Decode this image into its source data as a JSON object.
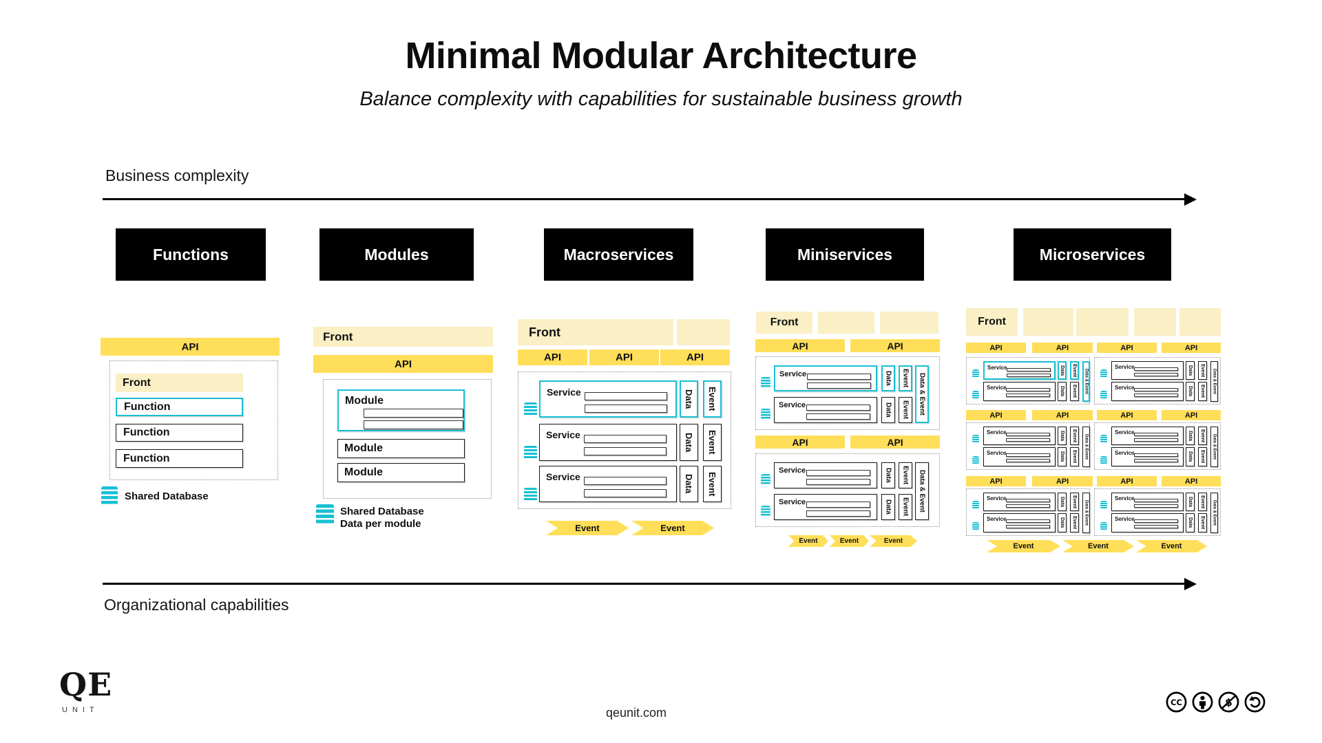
{
  "title": "Minimal Modular Architecture",
  "subtitle": "Balance complexity with capabilities for sustainable business growth",
  "axes": {
    "top": "Business complexity",
    "bottom": "Organizational capabilities"
  },
  "columns": [
    {
      "id": "functions",
      "header": "Functions"
    },
    {
      "id": "modules",
      "header": "Modules"
    },
    {
      "id": "macroservices",
      "header": "Macroservices"
    },
    {
      "id": "miniservices",
      "header": "Miniservices"
    },
    {
      "id": "microservices",
      "header": "Microservices"
    }
  ],
  "labels": {
    "front": "Front",
    "api": "API",
    "function": "Function",
    "module": "Module",
    "service": "Service",
    "data": "Data",
    "event": "Event",
    "data_and_event": "Data & Event",
    "event_flow": "Event",
    "shared_database": "Shared Database",
    "data_per_module": "Data per module"
  },
  "footer": {
    "logo_text": "QE",
    "logo_subtext": "UNIT",
    "site": "qeunit.com",
    "license": [
      "cc",
      "by",
      "nc",
      "sa"
    ]
  },
  "colors": {
    "yellow": "#FFDE59",
    "light_yellow": "#FAEFC5",
    "cyan": "#17BFD3",
    "black": "#000000"
  }
}
